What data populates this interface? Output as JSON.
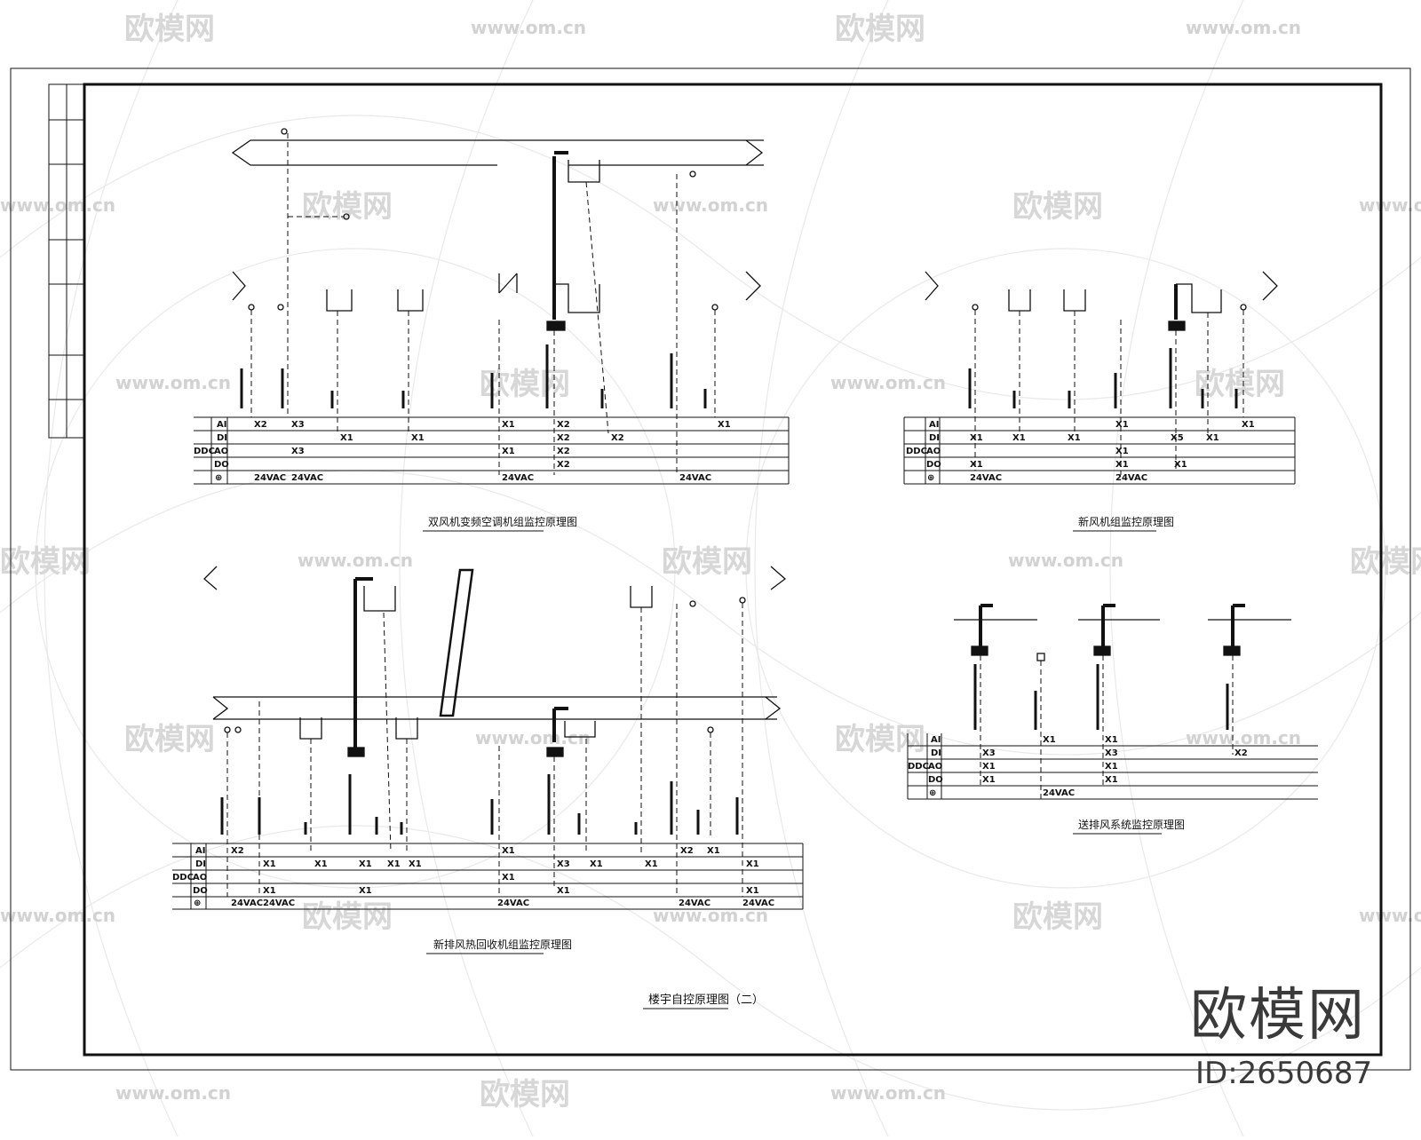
{
  "watermark": {
    "brand": "欧模网",
    "url": "www.om.cn"
  },
  "corner": {
    "logo": "欧模网",
    "id": "ID:2650687"
  },
  "rows": {
    "ai": "AI",
    "di": "DI",
    "ao": "AO",
    "do": "DO",
    "pw": "⊕",
    "ddc": "DDC"
  },
  "diagrams": {
    "d1": {
      "title": "双风机变频空调机组监控原理图",
      "labels": [
        "X2",
        "X3",
        "X1",
        "X1",
        "X1",
        "X2",
        "X2",
        "X2",
        "X1",
        "X3",
        "X1",
        "X2",
        "X2",
        "24VAC",
        "24VAC",
        "24VAC",
        "24VAC"
      ]
    },
    "d2": {
      "title": "新风机组监控原理图",
      "labels": [
        "X1",
        "X1",
        "X1",
        "X1",
        "X1",
        "X5",
        "X1",
        "X1",
        "X1",
        "X1",
        "X1",
        "24VAC",
        "24VAC"
      ]
    },
    "d3": {
      "title": "新排风热回收机组监控原理图",
      "labels": [
        "X2",
        "X1",
        "X1",
        "X1",
        "X1",
        "X1",
        "X3",
        "X1",
        "X1",
        "X2",
        "X1",
        "X1",
        "X1",
        "X1",
        "X1",
        "X1",
        "X1",
        "X1",
        "24VAC",
        "24VAC",
        "24VAC",
        "24VAC",
        "24VAC"
      ]
    },
    "d4": {
      "title": "送排风系统监控原理图",
      "labels": [
        "X1",
        "X1",
        "X3",
        "X3",
        "X2",
        "X1",
        "X1",
        "X1",
        "X1",
        "24VAC"
      ]
    }
  },
  "sheet_title": "楼宇自控原理图（二）"
}
